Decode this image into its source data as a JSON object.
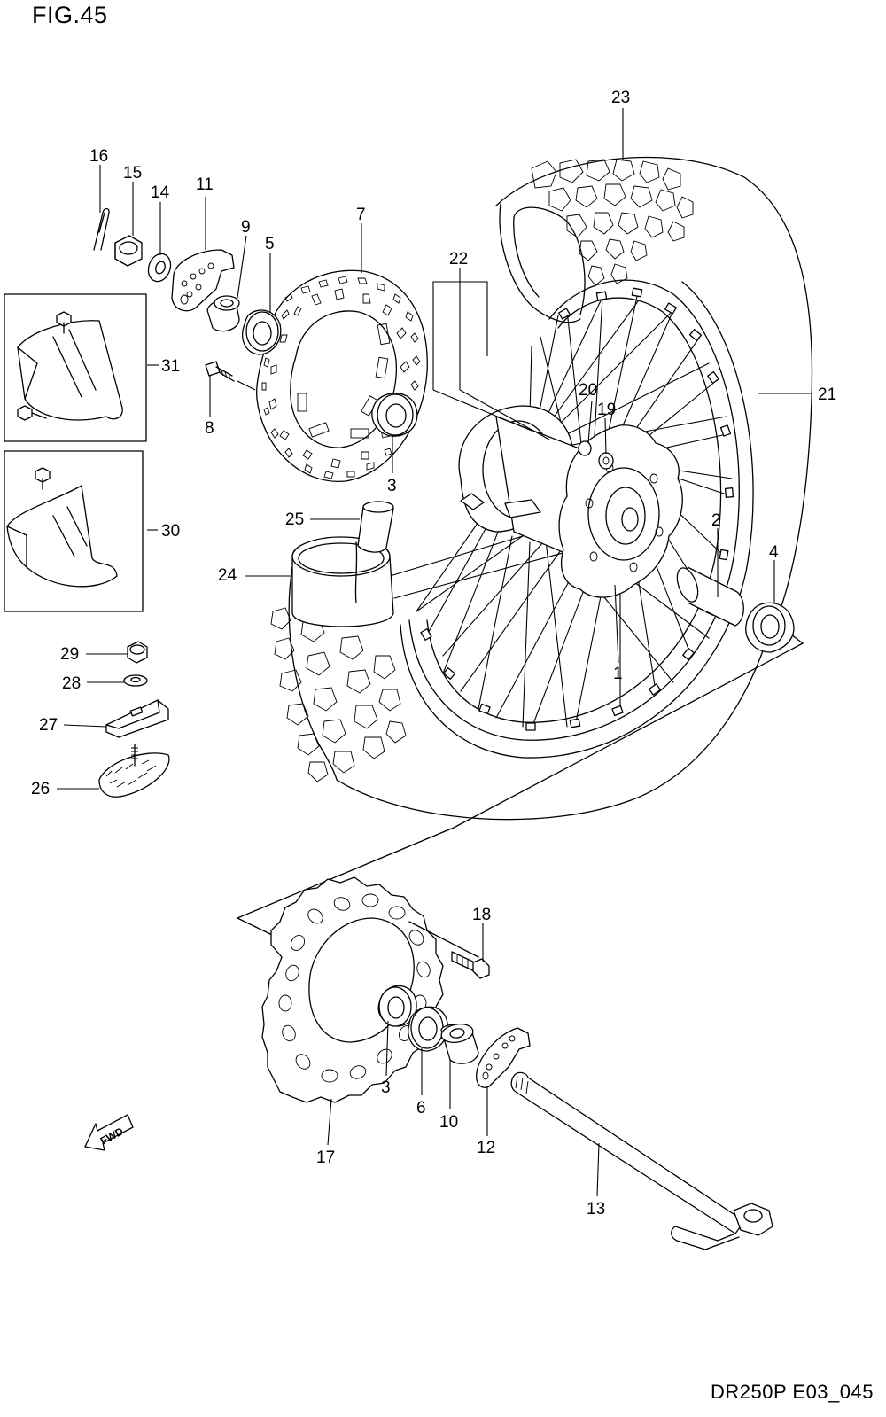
{
  "figure": {
    "title": "FIG.45",
    "code": "DR250P E03_045"
  },
  "callouts": {
    "c1": "1",
    "c2": "2",
    "c3a": "3",
    "c3b": "3",
    "c4": "4",
    "c5": "5",
    "c6": "6",
    "c7": "7",
    "c8": "8",
    "c9": "9",
    "c10": "10",
    "c11": "11",
    "c12": "12",
    "c13": "13",
    "c14": "14",
    "c15": "15",
    "c16": "16",
    "c17": "17",
    "c18": "18",
    "c19": "19",
    "c20": "20",
    "c21": "21",
    "c22": "22",
    "c23": "23",
    "c24": "24",
    "c25": "25",
    "c26": "26",
    "c27": "27",
    "c28": "28",
    "c29": "29",
    "c30": "30",
    "c31": "31"
  },
  "fwd_arrow": {
    "label": "FWD",
    "icon": "fwd-arrow-icon"
  }
}
